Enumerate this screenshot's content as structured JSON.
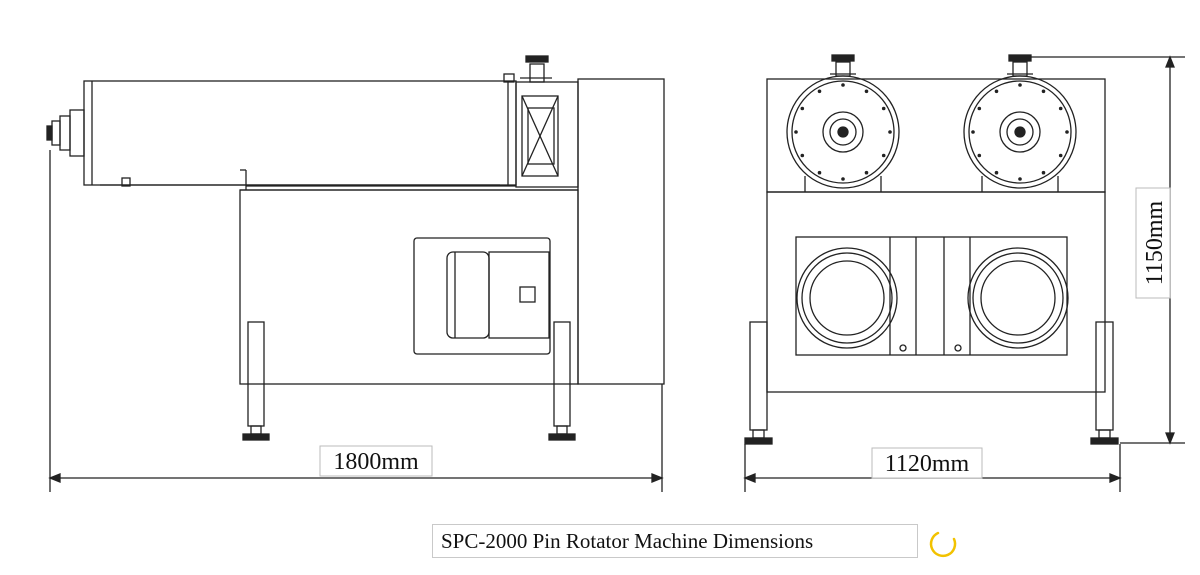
{
  "dimensions": {
    "length": "1800mm",
    "width": "1120mm",
    "height": "1150mm"
  },
  "caption": "SPC-2000 Pin Rotator Machine Dimensions",
  "icons": {
    "loading": "loading-spinner-icon"
  },
  "colors": {
    "line": "#222222",
    "spinner": "#f2c200"
  }
}
